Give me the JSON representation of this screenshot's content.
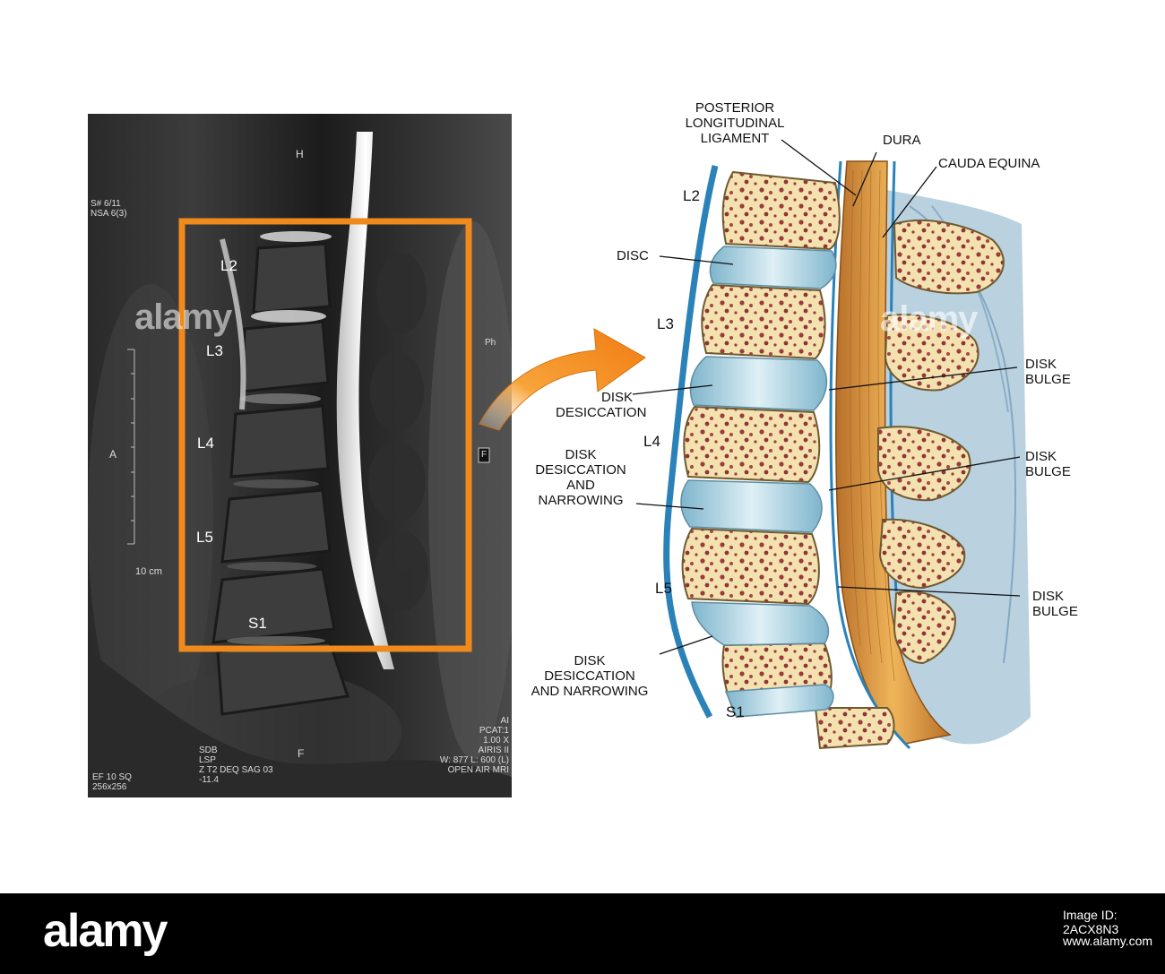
{
  "mri": {
    "info_top_left": [
      "S# 6/11",
      "NSA 6(3)"
    ],
    "orientation": {
      "head": "H",
      "anterior": "A",
      "posterior": "F",
      "foot": "F",
      "ph": "Ph"
    },
    "scale_label": "10 cm",
    "levels": [
      "L2",
      "L3",
      "L4",
      "L5",
      "S1"
    ],
    "info_bottom_left": [
      "EF 10 SQ",
      "256x256"
    ],
    "info_bottom_center": [
      "SDB",
      "LSP",
      "Z T2 DEQ SAG 03",
      "-11.4"
    ],
    "info_bottom_right": [
      "AI",
      "PCAT:1",
      "1.00 X",
      "AIRIS II",
      "W: 877 L: 600 (L)",
      "OPEN AIR MRI"
    ]
  },
  "anatomy": {
    "levels": {
      "l2": "L2",
      "l3": "L3",
      "l4": "L4",
      "l5": "L5",
      "s1": "S1"
    },
    "labels": {
      "pll": [
        "POSTERIOR",
        "LONGITUDINAL",
        "LIGAMENT"
      ],
      "dura": "DURA",
      "cauda": "CAUDA EQUINA",
      "disc": "DISC",
      "desic1": [
        "DISK",
        "DESICCATION"
      ],
      "bulge1": [
        "DISK",
        "BULGE"
      ],
      "desic_narrow1": [
        "DISK",
        "DESICCATION",
        "AND",
        "NARROWING"
      ],
      "bulge2": [
        "DISK",
        "BULGE"
      ],
      "bulge3": [
        "DISK",
        "BULGE"
      ],
      "desic_narrow2": [
        "DISK",
        "DESICCATION",
        "AND NARROWING"
      ]
    }
  },
  "watermark": "alamy",
  "footer": {
    "logo": "alamy",
    "image_id": "Image ID: 2ACX8N3",
    "site": "www.alamy.com"
  },
  "colors": {
    "highlight": "#f08a1c",
    "bone": "#f3e1b0",
    "marrow": "#9b3b3b",
    "disc": "#a9d2e2",
    "nerves": "#d89a3c",
    "ligament": "#2a82b8"
  }
}
